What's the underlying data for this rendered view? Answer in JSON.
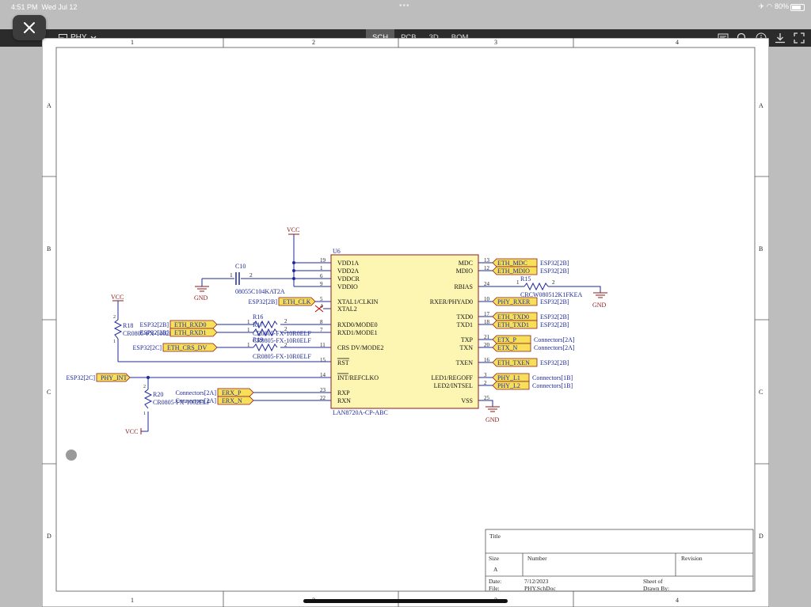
{
  "status": {
    "time": "4:51 PM",
    "date": "Wed Jul 12",
    "dots": "•••",
    "battery": "80%"
  },
  "toolbar": {
    "document": "PHY",
    "tabs": [
      {
        "label": "SCH",
        "active": true
      },
      {
        "label": "PCB",
        "active": false
      },
      {
        "label": "3D",
        "active": false
      },
      {
        "label": "BOM",
        "active": false
      }
    ]
  },
  "frame": {
    "cols": [
      "1",
      "2",
      "3",
      "4"
    ],
    "rows": [
      "A",
      "B",
      "C",
      "D"
    ]
  },
  "chip": {
    "ref": "U6",
    "part": "LAN8720A-CP-ABC",
    "left_pins": [
      {
        "num": "19",
        "name": "VDD1A"
      },
      {
        "num": "1",
        "name": "VDD2A"
      },
      {
        "num": "6",
        "name": "VDDCR"
      },
      {
        "num": "9",
        "name": "VDDIO"
      },
      {
        "num": "5",
        "name": "XTAL1/CLKIN"
      },
      {
        "num": "4",
        "name": "XTAL2"
      },
      {
        "num": "8",
        "name": "RXD0/MODE0"
      },
      {
        "num": "7",
        "name": "RXD1/MODE1"
      },
      {
        "num": "11",
        "name": "CRS DV/MODE2"
      },
      {
        "num": "15",
        "name": "RST"
      },
      {
        "num": "14",
        "name": "INT/REFCLKO"
      },
      {
        "num": "23",
        "name": "RXP"
      },
      {
        "num": "22",
        "name": "RXN"
      }
    ],
    "right_pins": [
      {
        "num": "13",
        "name": "MDC"
      },
      {
        "num": "12",
        "name": "MDIO"
      },
      {
        "num": "24",
        "name": "RBIAS"
      },
      {
        "num": "10",
        "name": "RXER/PHYAD0"
      },
      {
        "num": "17",
        "name": "TXD0"
      },
      {
        "num": "18",
        "name": "TXD1"
      },
      {
        "num": "21",
        "name": "TXP"
      },
      {
        "num": "20",
        "name": "TXN"
      },
      {
        "num": "16",
        "name": "TXEN"
      },
      {
        "num": "3",
        "name": "LED1/REGOFF"
      },
      {
        "num": "2",
        "name": "LED2/INTSEL"
      },
      {
        "num": "25",
        "name": "VSS"
      }
    ]
  },
  "nets_left": [
    {
      "port": "ETH_CLK",
      "sheet": "ESP32[2B]"
    },
    {
      "port": "ETH_RXD0",
      "sheet": "ESP32[2B]"
    },
    {
      "port": "ETH_RXD1",
      "sheet": "ESP32[2B]"
    },
    {
      "port": "ETH_CRS_DV",
      "sheet": "ESP32[2C]"
    },
    {
      "port": "PHY_INT",
      "sheet": "ESP32[2C]"
    },
    {
      "port": "ERX_P",
      "sheet": "Connectors[2A]"
    },
    {
      "port": "ERX_N",
      "sheet": "Connectors[2A]"
    }
  ],
  "nets_right": [
    {
      "port": "ETH_MDC",
      "sheet": "ESP32[2B]"
    },
    {
      "port": "ETH_MDIO",
      "sheet": "ESP32[2B]"
    },
    {
      "port": "PHY_RXER",
      "sheet": "ESP32[2B]"
    },
    {
      "port": "ETH_TXD0",
      "sheet": "ESP32[2B]"
    },
    {
      "port": "ETH_TXD1",
      "sheet": "ESP32[2B]"
    },
    {
      "port": "ETX_P",
      "sheet": "Connectors[2A]"
    },
    {
      "port": "ETX_N",
      "sheet": "Connectors[2A]"
    },
    {
      "port": "ETH_TXEN",
      "sheet": "ESP32[2B]"
    },
    {
      "port": "PHY_L1",
      "sheet": "Connectors[1B]"
    },
    {
      "port": "PHY_L2",
      "sheet": "Connectors[1B]"
    }
  ],
  "components": {
    "c10": {
      "ref": "C10",
      "value": "08055C104KAT2A",
      "pin1": "1",
      "pin2": "2"
    },
    "r15": {
      "ref": "R15",
      "value": "CRCW080512K1FKEA",
      "pin1": "1",
      "pin2": "2"
    },
    "r16": {
      "ref": "R16",
      "value": "CR0805-FX-10R0ELF",
      "pin1": "1",
      "pin2": "2"
    },
    "r17": {
      "ref": "R17",
      "value": "CR0805-FX-10R0ELF",
      "pin1": "1",
      "pin2": "2"
    },
    "r19": {
      "ref": "R19",
      "value": "CR0805-FX-10R0ELF",
      "pin1": "1",
      "pin2": "2"
    },
    "r18": {
      "ref": "R18",
      "value": "CR0805-FX-1002ELF",
      "pin1": "1",
      "pin2": "2"
    },
    "r20": {
      "ref": "R20",
      "value": "CR0805-FX-1002ELF",
      "pin1": "1",
      "pin2": "2"
    }
  },
  "power": {
    "vcc": "VCC",
    "gnd": "GND"
  },
  "title_block": {
    "title_label": "Title",
    "size_label": "Size",
    "size_value": "A",
    "number_label": "Number",
    "revision_label": "Revision",
    "date_label": "Date:",
    "date_value": "7/12/2023",
    "sheet_label": "Sheet   of",
    "file_label": "File:",
    "file_value": "PHY.SchDoc",
    "drawn_label": "Drawn By:"
  },
  "colors": {
    "wire": "#1e2a9a",
    "power": "#8b1a1a",
    "chip_fill": "#fdf6b3",
    "chip_border": "#8b1a1a",
    "port_fill": "#f7df5a",
    "resistor": "#1e2a9a"
  }
}
